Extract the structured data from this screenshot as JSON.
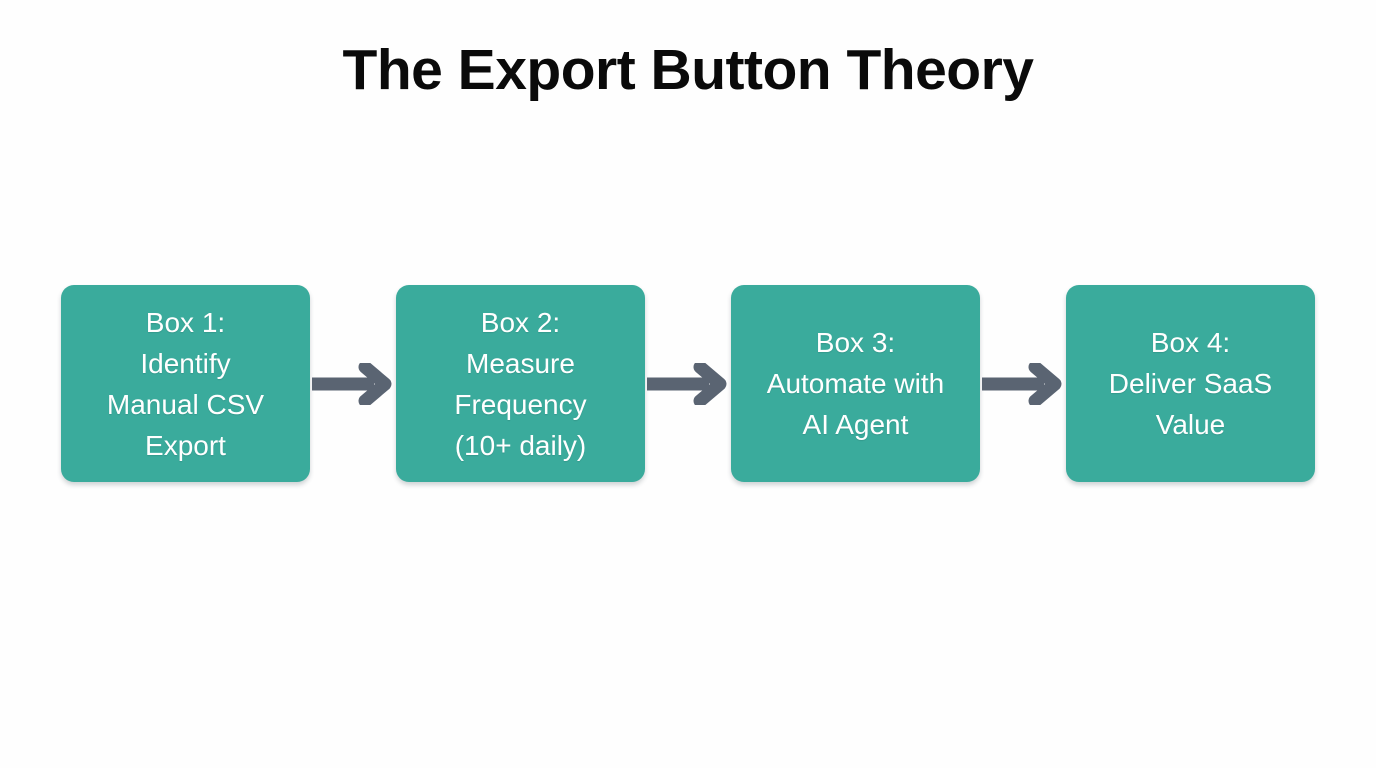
{
  "slide": {
    "background_color": "#FEFEFE",
    "title": "The Export Button Theory"
  },
  "theme": {
    "node_fill": "#3AAB9C",
    "node_text_color": "#FFFFFF",
    "arrow_color": "#5A6472",
    "title_color": "#0A0A0A"
  },
  "diagram": {
    "type": "flowchart",
    "orientation": "left-to-right",
    "node_count": 4,
    "connector_count": 3,
    "nodes": [
      {
        "id": "box-1",
        "label": "Box 1:\nIdentify\nManual CSV\nExport",
        "step": "Box 1:",
        "text": "Identify Manual CSV Export"
      },
      {
        "id": "box-2",
        "label": "Box 2:\nMeasure\nFrequency\n(10+ daily)",
        "step": "Box 2:",
        "text": "Measure Frequency (10+ daily)"
      },
      {
        "id": "box-3",
        "label": "Box 3:\nAutomate with\nAI Agent",
        "step": "Box 3:",
        "text": "Automate with AI Agent"
      },
      {
        "id": "box-4",
        "label": "Box 4:\nDeliver SaaS\nValue",
        "step": "Box 4:",
        "text": "Deliver SaaS Value"
      }
    ],
    "connectors": [
      {
        "id": "arrow-1",
        "from": "box-1",
        "to": "box-2",
        "icon": "arrow-right-icon"
      },
      {
        "id": "arrow-2",
        "from": "box-2",
        "to": "box-3",
        "icon": "arrow-right-icon"
      },
      {
        "id": "arrow-3",
        "from": "box-3",
        "to": "box-4",
        "icon": "arrow-right-icon"
      }
    ]
  }
}
